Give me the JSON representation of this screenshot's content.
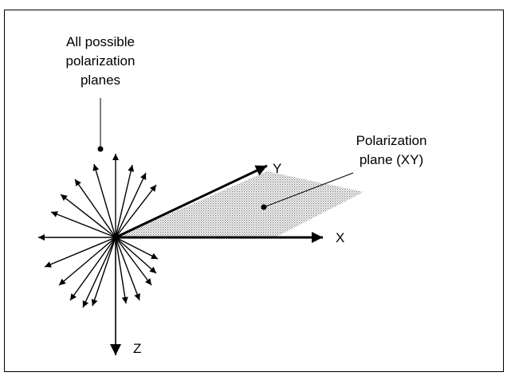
{
  "labels": {
    "all_planes": [
      "All possible",
      "polarization",
      "planes"
    ],
    "plane_xy": [
      "Polarization",
      "plane (XY)"
    ],
    "axis_x": "X",
    "axis_y": "Y",
    "axis_z": "Z"
  },
  "colors": {
    "ink": "#000000",
    "plane_fill": "#b4b4b4",
    "background": "#ffffff"
  }
}
